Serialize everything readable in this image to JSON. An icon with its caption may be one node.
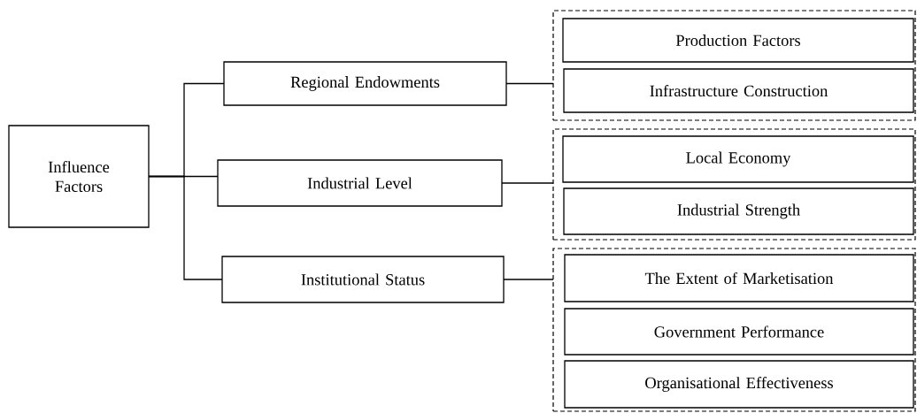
{
  "diagram": {
    "nodes": [
      {
        "text": [
          "Influence Factors"
        ]
      },
      {
        "text": [
          "Regional Endowments"
        ]
      },
      {
        "text": [
          "Industrial Level"
        ]
      },
      {
        "text": [
          "Institutional Status"
        ]
      },
      {
        "text": [],
        "shape": "box"
      },
      {
        "text": [
          "Production Factors"
        ],
        "in": 4
      },
      {
        "text": [
          "Infrastructure Construction"
        ],
        "in": 4
      },
      {
        "text": [],
        "shape": "box"
      },
      {
        "text": [
          "Local Economy"
        ],
        "in": 7
      },
      {
        "text": [
          "Industrial Strength"
        ],
        "in": 7
      },
      {
        "text": [],
        "shape": "box"
      },
      {
        "text": [
          "The Extent of Marketisation"
        ],
        "in": 10
      },
      {
        "text": [
          "Government Performance"
        ],
        "in": 10
      },
      {
        "text": [
          "Organisational Effectiveness"
        ],
        "in": 10
      }
    ],
    "edges": [
      {
        "from": 0,
        "to": 1,
        "arrow": "none"
      },
      {
        "from": 0,
        "to": 2,
        "arrow": "none"
      },
      {
        "from": 0,
        "to": 3,
        "arrow": "none"
      },
      {
        "from": 1,
        "to": 4,
        "arrow": "none"
      },
      {
        "from": 2,
        "to": 7,
        "arrow": "none"
      },
      {
        "from": 3,
        "to": 10,
        "arrow": "none"
      }
    ]
  }
}
